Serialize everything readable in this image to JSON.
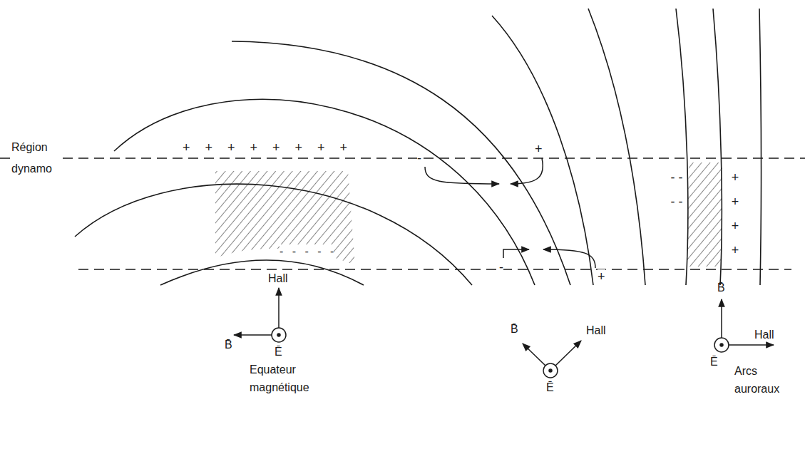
{
  "diagram": {
    "labels": [
      "Région dynamo",
      "+ + + + + + + +",
      "- - - - -",
      "-",
      "+",
      "-",
      "+",
      "- - - -",
      "+ + + +",
      "Hall",
      "B̄",
      "Ē",
      "Equateur magnétique",
      "B̄",
      "Hall",
      "Ē",
      "B̄",
      "Hall",
      "Ē",
      "Arcs auroraux"
    ]
  }
}
